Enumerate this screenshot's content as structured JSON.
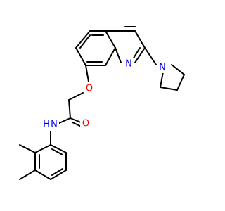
{
  "atoms": {
    "quinoline_n": {
      "symbol": "N",
      "color": "#0000ff"
    },
    "pyrrolidine_n": {
      "symbol": "N",
      "color": "#0000ff"
    },
    "ether_o": {
      "symbol": "O",
      "color": "#ff0000"
    },
    "amide_nh": {
      "symbol": "N",
      "h": "H",
      "color": "#0000ff"
    },
    "carbonyl_o": {
      "symbol": "O",
      "color": "#ff0000"
    }
  },
  "colors": {
    "bond": "#000000",
    "background": "#ffffff"
  }
}
